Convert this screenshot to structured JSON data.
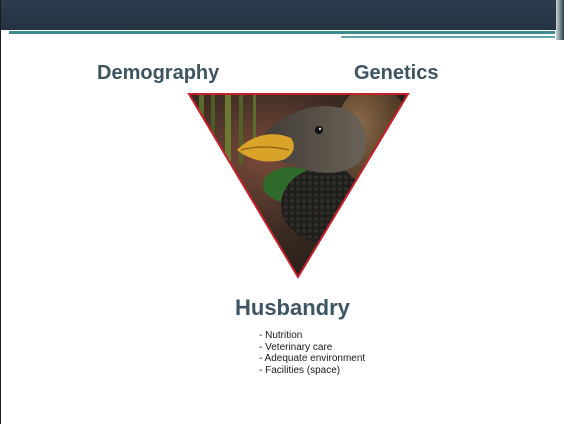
{
  "slide": {
    "label_left": "Demography",
    "label_right": "Genetics",
    "label_bottom": "Husbandry",
    "bullets": [
      "- Nutrition",
      "- Veterinary care",
      "- Adequate environment",
      "- Facilities (space)"
    ],
    "colors": {
      "heading": "#3d5563",
      "triangle_border": "#c8202a",
      "header_bar": "#2e3e4f",
      "accent": "#3c8a8f"
    }
  }
}
